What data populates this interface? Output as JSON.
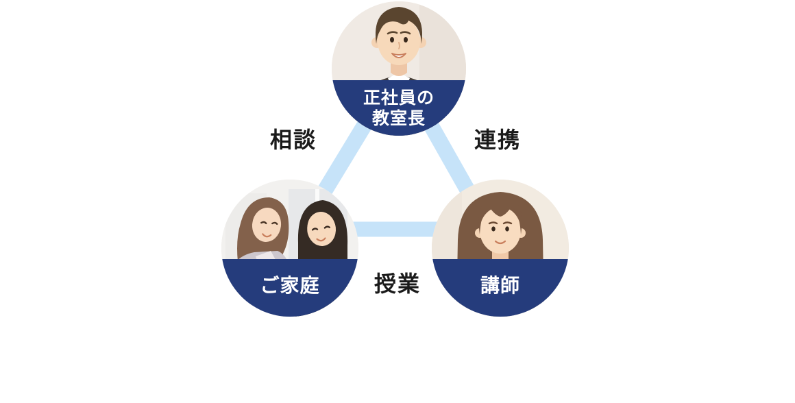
{
  "diagram": {
    "colors": {
      "bg": "#ffffff",
      "navy": "#253c7c",
      "line_blue": "#c6e3f9",
      "label_text": "#1a1a1a"
    },
    "nodes": {
      "director": {
        "label_line1": "正社員の",
        "label_line2": "教室長",
        "photo": "male-classroom-director-portrait"
      },
      "family": {
        "label": "ご家庭",
        "photo": "mother-and-uniformed-student-talking"
      },
      "teacher": {
        "label": "講師",
        "photo": "female-instructor-portrait"
      }
    },
    "edges": {
      "consult": {
        "label": "相談",
        "from": "family",
        "to": "director"
      },
      "cooperate": {
        "label": "連携",
        "from": "director",
        "to": "teacher"
      },
      "lesson": {
        "label": "授業",
        "from": "family",
        "to": "teacher"
      }
    }
  }
}
